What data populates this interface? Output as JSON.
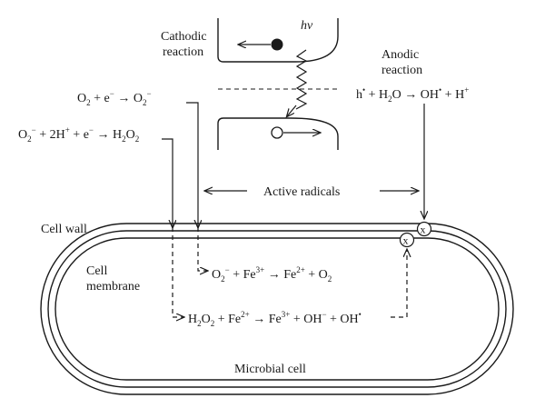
{
  "labels": {
    "cathodic_l1": "Cathodic",
    "cathodic_l2": "reaction",
    "anodic_l1": "Anodic",
    "anodic_l2": "reaction",
    "hnu": "hν",
    "active_radicals": "Active radicals",
    "cell_wall": "Cell wall",
    "cell_membrane_l1": "Cell",
    "cell_membrane_l2": "membrane",
    "microbial_cell": "Microbial cell",
    "x_mark": "x"
  },
  "equations": {
    "o2_reduction": {
      "a": "O",
      "a_sub": "2",
      "b": " + e",
      "b_sup": "−",
      "c": " → O",
      "c_sub": "2",
      "c_sup": "−"
    },
    "h2o2_formation": {
      "a": "O",
      "a_sub": "2",
      "a_sup": "−",
      "b": " + 2H",
      "b_sup": "+",
      "c": " + e",
      "c_sup": "−",
      "d": " → H",
      "d_sub": "2",
      "e": "O",
      "e_sub": "2"
    },
    "anodic": {
      "a": "h",
      "a_sup": "•",
      "b": " + H",
      "b_sub": "2",
      "c": "O → OH",
      "c_sup": "•",
      "d": " + H",
      "d_sup": "+"
    },
    "superoxide_iron": {
      "a": "O",
      "a_sub": "2",
      "a_sup": "−",
      "b": " + Fe",
      "b_sup": "3+",
      "c": " → Fe",
      "c_sup": "2+",
      "d": " + O",
      "d_sub": "2"
    },
    "fenton": {
      "a": "H",
      "a_sub": "2",
      "b": "O",
      "b_sub": "2",
      "c": " + Fe",
      "c_sup": "2+",
      "d": " → Fe",
      "d_sup": "3+",
      "e": " + OH",
      "e_sup": "−",
      "f": " + OH",
      "f_sup": "•"
    }
  }
}
